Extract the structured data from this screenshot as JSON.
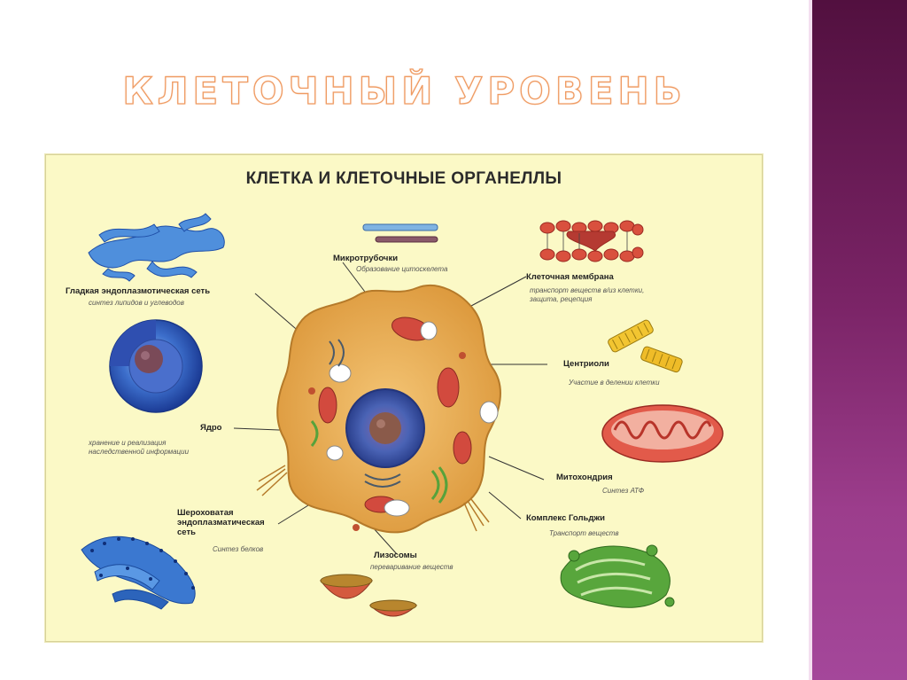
{
  "slide": {
    "title": "КЛЕТОЧНЫЙ УРОВЕНЬ"
  },
  "poster": {
    "title": "КЛЕТКА И КЛЕТОЧНЫЕ ОРГАНЕЛЛЫ",
    "organelles": {
      "smooth_er": {
        "label": "Гладкая эндоплазмотическая сеть",
        "function": "синтез липидов и углеводов"
      },
      "nucleus": {
        "label": "Ядро",
        "function": "хранение и реализация\nнаследственной информации"
      },
      "rough_er": {
        "label": "Шероховатая\nэндоплазматическая\nсеть",
        "function": "Синтез белков"
      },
      "microtubules": {
        "label": "Микротрубочки",
        "function": "Образование цитоскелета"
      },
      "membrane": {
        "label": "Клеточная мембрана",
        "function": "транспорт веществ в/из клетки,\nзащита, рецепция"
      },
      "centrioles": {
        "label": "Центриоли",
        "function": "Участие в делении клетки"
      },
      "mitochondria": {
        "label": "Митохондрия",
        "function": "Синтез АТФ"
      },
      "golgi": {
        "label": "Комплекс Гольджи",
        "function": "Транспорт веществ"
      },
      "lysosomes": {
        "label": "Лизосомы",
        "function": "переваривание веществ"
      }
    },
    "colors": {
      "background": "#fbf9c6",
      "cell": "#e8ad52",
      "er_blue": "#3f73c9",
      "mitochondria_red": "#d24a3e",
      "golgi_green": "#57a23b",
      "centriole_yellow": "#f2c531"
    }
  },
  "theme": {
    "sidebar_color": "#7b2467",
    "title_outline": "#ef9b63"
  }
}
